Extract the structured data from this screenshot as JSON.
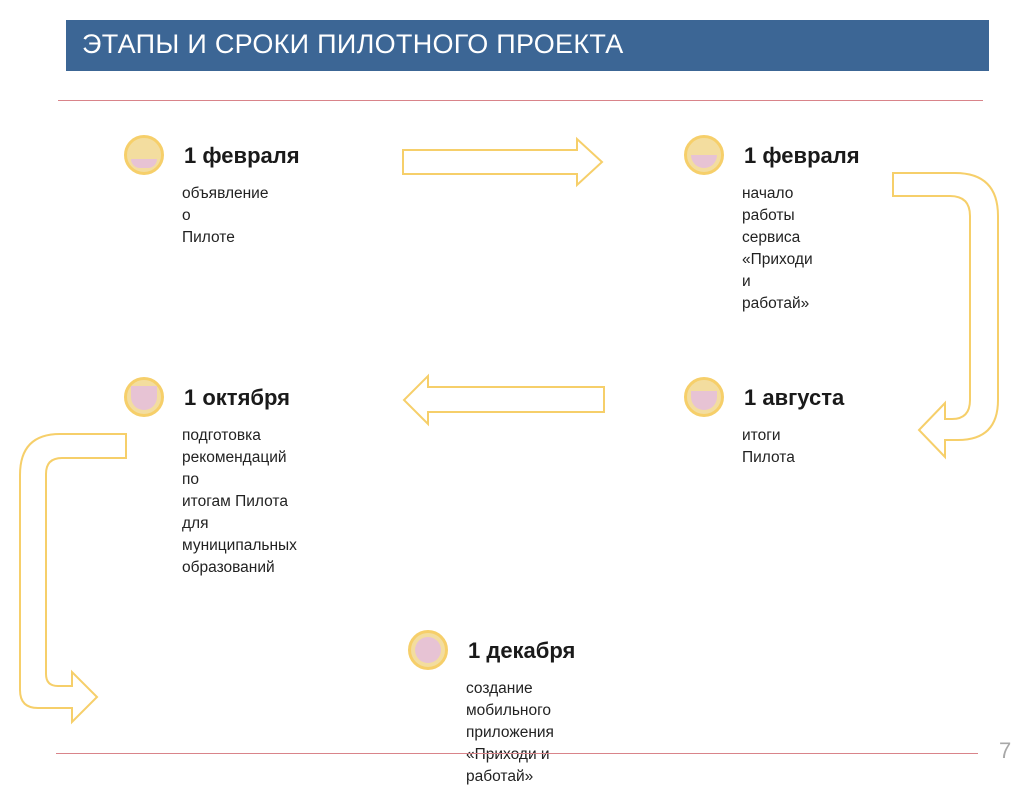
{
  "header": {
    "title": "ЭТАПЫ И СРОКИ ПИЛОТНОГО ПРОЕКТА"
  },
  "page_number": "7",
  "colors": {
    "title_bar": "#3c6695",
    "rule": "#d9848a",
    "arrow_outline": "#f6cf6a",
    "marker_top": "#f3dd9f",
    "marker_fill": "#e7c3d4"
  },
  "steps": [
    {
      "date": "1 февраля",
      "description": "объявление о\nПилоте",
      "progress": 0.25
    },
    {
      "date": "1 февраля",
      "description": "начало работы\nсервиса\n«Приходи и\nработай»",
      "progress": 0.4
    },
    {
      "date": "1 августа",
      "description": "итоги Пилота",
      "progress": 0.6
    },
    {
      "date": "1 октября",
      "description": "подготовка\nрекомендаций по\nитогам Пилота для\nмуниципальных\nобразований",
      "progress": 0.8
    },
    {
      "date": "1 декабря",
      "description": "создание мобильного\nприложения\n«Приходи и работай»",
      "progress": 1.0
    }
  ],
  "arrows": [
    {
      "from": "step-1",
      "to": "step-2",
      "icon": "arrow-right-icon"
    },
    {
      "from": "step-2",
      "to": "step-3",
      "icon": "u-turn-arrow-icon"
    },
    {
      "from": "step-3",
      "to": "step-4",
      "icon": "arrow-left-icon"
    },
    {
      "from": "step-4",
      "to": "step-5",
      "icon": "curved-arrow-down-right-icon"
    }
  ]
}
